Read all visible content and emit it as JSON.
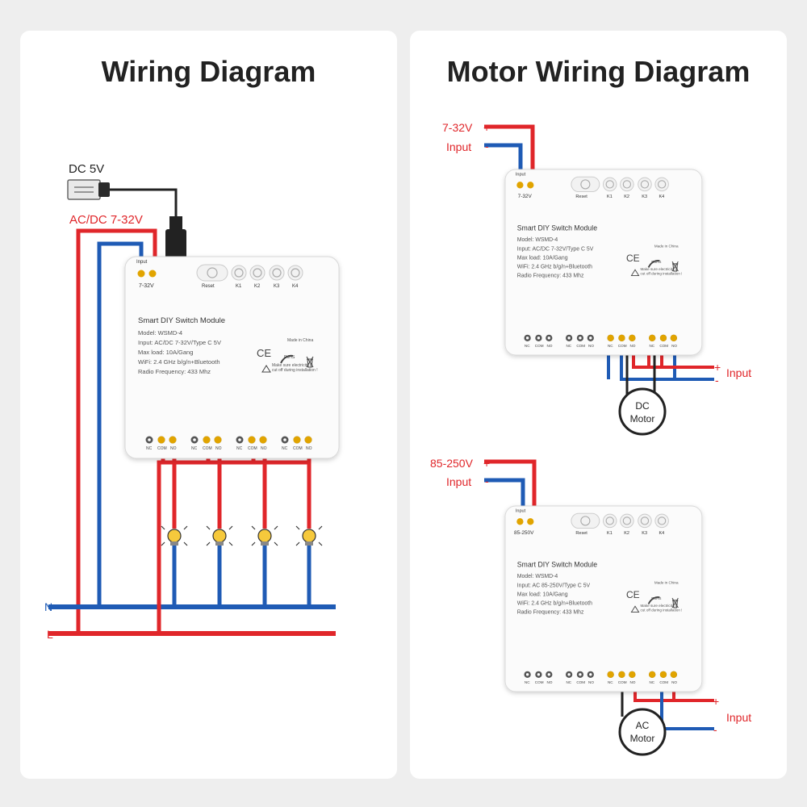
{
  "left": {
    "title": "Wiring Diagram",
    "dc_label": "DC 5V",
    "acdc_label": "AC/DC 7-32V",
    "n_label": "N",
    "l_label": "L"
  },
  "right": {
    "title": "Motor Wiring Diagram",
    "dc_section": {
      "supply": "7-32V",
      "input": "Input",
      "plus": "+",
      "minus": "-",
      "out_input": "Input",
      "out_plus": "+",
      "out_minus": "-",
      "motor_line1": "DC",
      "motor_line2": "Motor"
    },
    "ac_section": {
      "supply": "85-250V",
      "input": "Input",
      "plus": "+",
      "minus": "-",
      "out_input": "Input",
      "out_plus": "+",
      "out_minus": "-",
      "motor_line1": "AC",
      "motor_line2": "Motor"
    }
  },
  "modules": [
    {
      "input_terminal_label": "Input",
      "voltage_label": "7-32V",
      "buttons": [
        "Reset",
        "K1",
        "K2",
        "K3",
        "K4"
      ],
      "name": "Smart DIY Switch Module",
      "model": "Model: WSMD-4",
      "input_spec": "Input: AC/DC 7-32V/Type C 5V",
      "max_load": "Max load: 10A/Gang",
      "wifi": "WiFi: 2.4 GHz b/g/n+Bluetooth",
      "radio": "Radio Frequency: 433 Mhz",
      "made_in": "Made in China",
      "ce": "CE",
      "rohs": "RoHS",
      "warning": [
        "Make sure electricity is",
        "cut off during installation !"
      ],
      "terminals": [
        "NC",
        "COM",
        "NO",
        "NC",
        "COM",
        "NO",
        "NC",
        "COM",
        "NO",
        "NC",
        "COM",
        "NO"
      ]
    },
    {
      "input_terminal_label": "Input",
      "voltage_label": "7-32V",
      "buttons": [
        "Reset",
        "K1",
        "K2",
        "K3",
        "K4"
      ],
      "name": "Smart DIY Switch Module",
      "model": "Model: WSMD-4",
      "input_spec": "Input: AC/DC 7-32V/Type C 5V",
      "max_load": "Max load: 10A/Gang",
      "wifi": "WiFi: 2.4 GHz b/g/n+Bluetooth",
      "radio": "Radio Frequency: 433 Mhz",
      "made_in": "Made in China",
      "ce": "CE",
      "rohs": "RoHS",
      "warning": [
        "Make sure electricity is",
        "cut off during installation !"
      ],
      "terminals": [
        "NC",
        "COM",
        "NO",
        "NC",
        "COM",
        "NO",
        "NC",
        "COM",
        "NO",
        "NC",
        "COM",
        "NO"
      ]
    },
    {
      "input_terminal_label": "Input",
      "voltage_label": "85-250V",
      "buttons": [
        "Reset",
        "K1",
        "K2",
        "K3",
        "K4"
      ],
      "name": "Smart DIY Switch Module",
      "model": "Model: WSMD-4",
      "input_spec": "Input: AC 85-250V/Type C 5V",
      "max_load": "Max load: 10A/Gang",
      "wifi": "WiFi: 2.4 GHz b/g/n+Bluetooth",
      "radio": "Radio Frequency: 433 Mhz",
      "made_in": "Made in China",
      "ce": "CE",
      "rohs": "RoHS",
      "warning": [
        "Make sure electricity is",
        "cut off during installation !"
      ],
      "terminals": [
        "NC",
        "COM",
        "NO",
        "NC",
        "COM",
        "NO",
        "NC",
        "COM",
        "NO",
        "NC",
        "COM",
        "NO"
      ]
    }
  ],
  "colors": {
    "live": "#e0262a",
    "neutral": "#1f5bb5",
    "motor_black": "#222222",
    "terminal": "#555555",
    "terminal_gold": "#e1a400",
    "bulb": "#f6c93c",
    "label_red": "#e0262a"
  }
}
